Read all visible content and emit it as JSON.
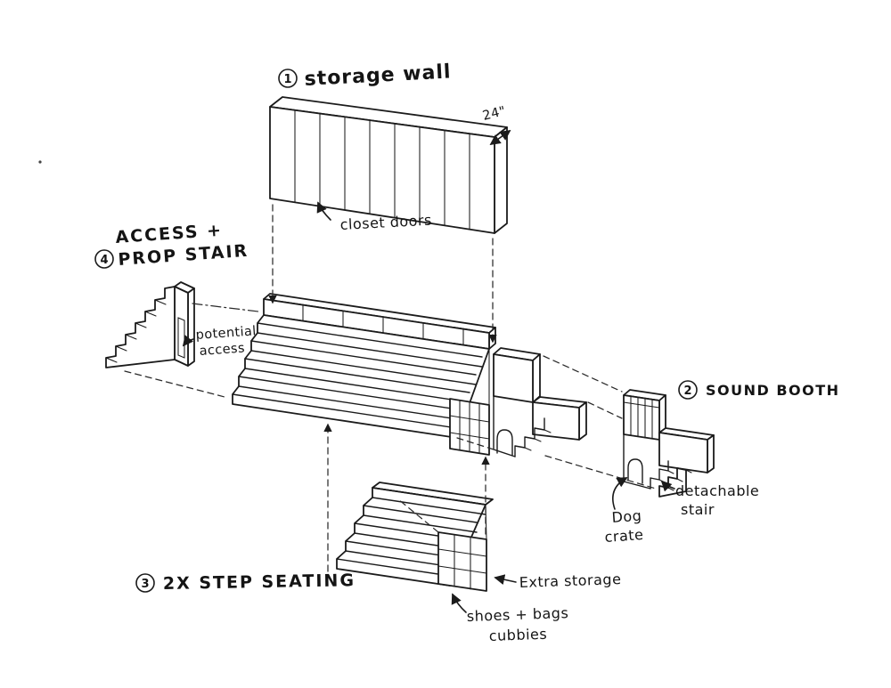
{
  "labels": {
    "storage_wall": {
      "num": "1",
      "text": "storage wall"
    },
    "dimension": "24\"",
    "closet_doors": "closet doors",
    "access_stair": {
      "num": "4",
      "line1": "ACCESS +",
      "line2": "PROP STAIR"
    },
    "potential_access": {
      "line1": "potential",
      "line2": "access"
    },
    "sound_booth": {
      "num": "2",
      "text": "SOUND BOOTH"
    },
    "detachable_stair": {
      "line1": "detachable",
      "line2": "stair"
    },
    "dog_crate": {
      "line1": "Dog",
      "line2": "crate"
    },
    "step_seating": {
      "num": "3",
      "text": "2X STEP SEATING"
    },
    "extra_storage": "Extra storage",
    "cubbies": {
      "line1": "shoes + bags",
      "line2": "cubbies"
    }
  }
}
